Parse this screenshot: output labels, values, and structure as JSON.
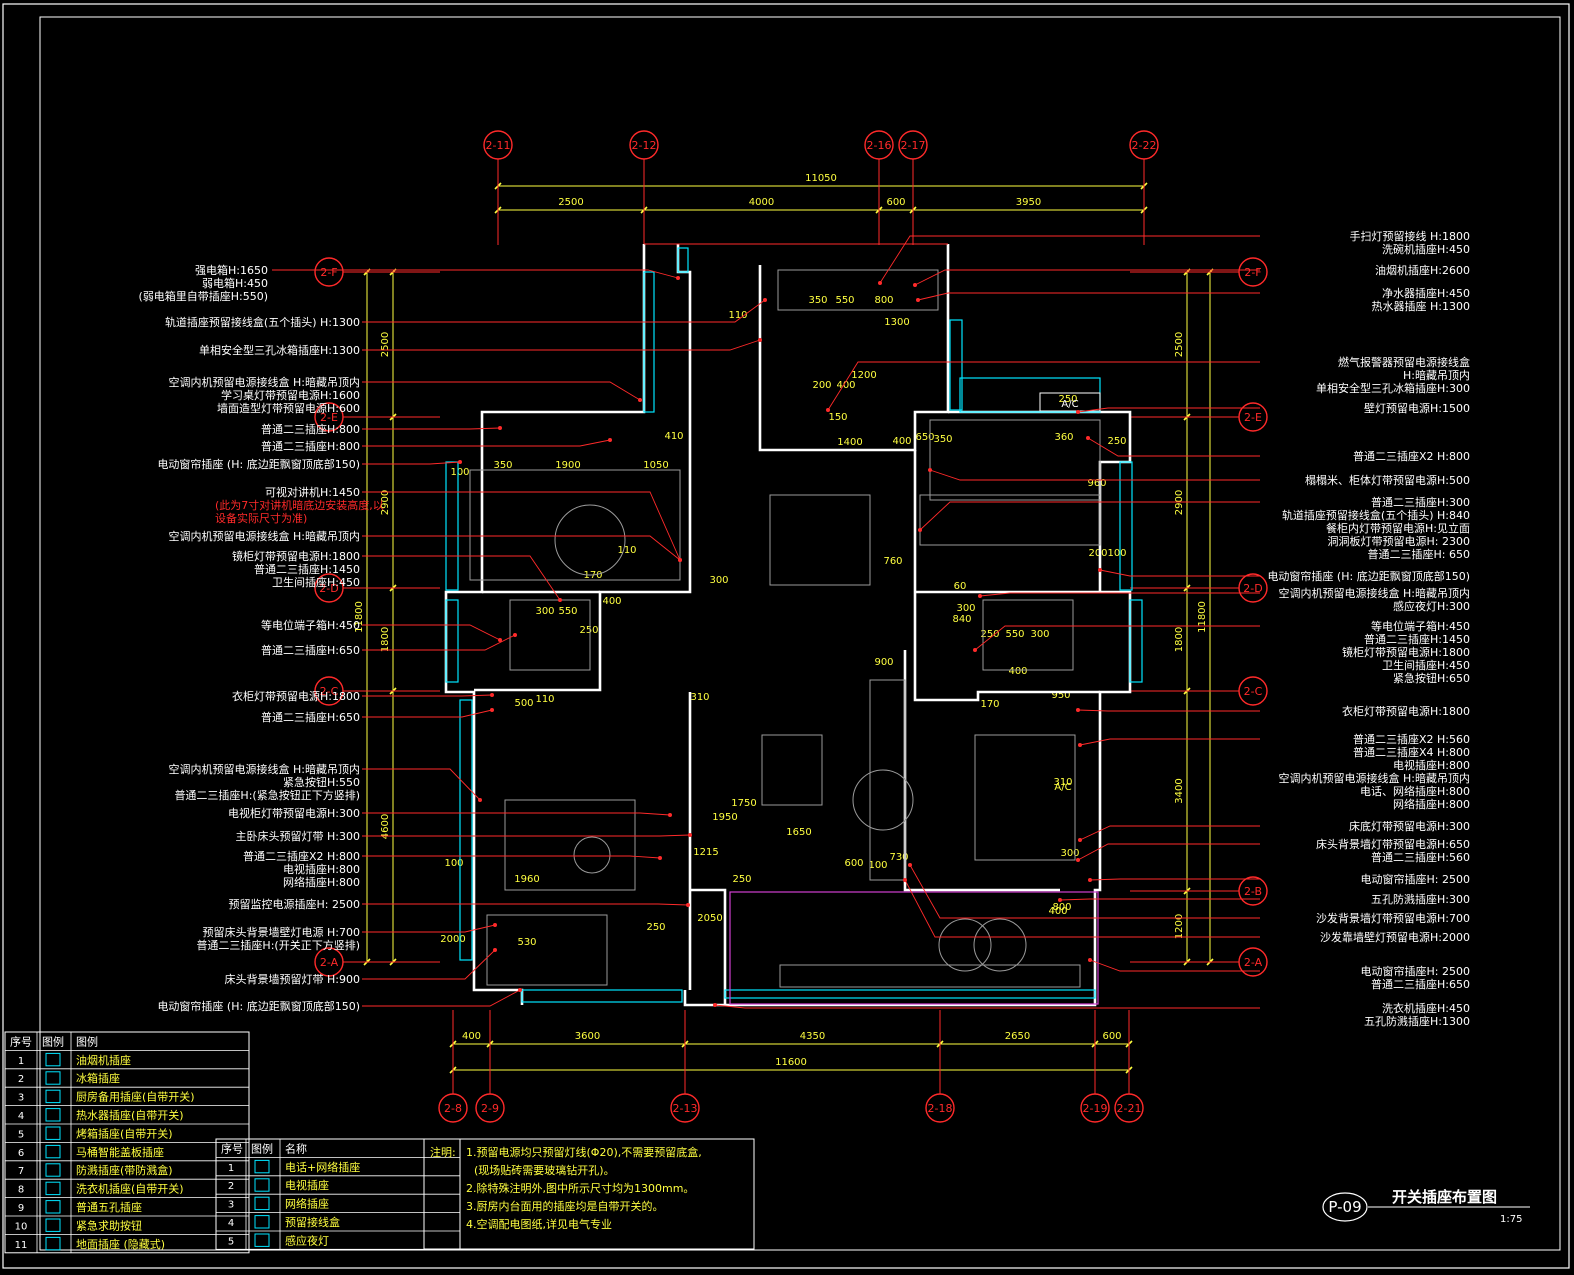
{
  "drawing": {
    "sheet_code": "P-09",
    "title": "开关插座布置图",
    "scale": "1:75",
    "colors": {
      "background": "#000000",
      "dim": "#ffff40",
      "leader": "#ff2a2a",
      "wall": "#ffffff",
      "window": "#00e5ff",
      "furniture": "#9a9a9a",
      "axis": "#ff2a2a",
      "accent": "#d040d0"
    }
  },
  "axes": {
    "top": [
      "2-11",
      "2-12",
      "2-16",
      "2-17",
      "2-22"
    ],
    "bottom": [
      "2-8",
      "2-9",
      "2-13",
      "2-18",
      "2-19",
      "2-21"
    ],
    "left": [
      "2-F",
      "2-E",
      "2-D",
      "2-C",
      "2-A"
    ],
    "right": [
      "2-F",
      "2-E",
      "2-D",
      "2-C",
      "2-B",
      "2-A"
    ]
  },
  "dimensions": {
    "top_total": "11050",
    "top_parts": [
      "2500",
      "4000",
      "600",
      "3950"
    ],
    "bottom_total": "11600",
    "bottom_parts": [
      "400",
      "3600",
      "4350",
      "2650",
      "600"
    ],
    "left_total": "11800",
    "left_parts": [
      "2500",
      "2900",
      "1800",
      "4600"
    ],
    "right_total": "11800",
    "right_parts": [
      "2500",
      "2900",
      "1800",
      "3400",
      "1200"
    ],
    "inner": [
      "350",
      "550",
      "800",
      "1300",
      "110",
      "200",
      "400",
      "1200",
      "150",
      "1400",
      "400",
      "650",
      "350",
      "360",
      "250",
      "410",
      "100",
      "350",
      "1900",
      "1050",
      "960",
      "200",
      "100",
      "760",
      "110",
      "170",
      "300",
      "60",
      "300",
      "550",
      "400",
      "250",
      "840",
      "250",
      "550",
      "300",
      "400",
      "950",
      "900",
      "300",
      "110",
      "170",
      "500",
      "310",
      "1750",
      "1950",
      "1215",
      "1650",
      "600",
      "100",
      "730",
      "300",
      "400",
      "250",
      "100",
      "1960",
      "2000",
      "530",
      "250",
      "2050",
      "800",
      "250",
      "A/C",
      "310"
    ]
  },
  "left_labels": [
    [
      "强电箱H:1650",
      "弱电箱H:450",
      "(弱电箱里自带插座H:550)"
    ],
    [
      "轨道插座预留接线盒(五个插头) H:1300"
    ],
    [
      "单相安全型三孔冰箱插座H:1300"
    ],
    [
      "空调内机预留电源接线盒 H:暗藏吊顶内",
      "学习桌灯带预留电源H:1600",
      "墙面造型灯带预留电源H:600"
    ],
    [
      "普通二三插座H:800"
    ],
    [
      "普通二三插座H:800"
    ],
    [
      "电动窗帘插座 (H: 底边距飘窗顶底部150)"
    ],
    [
      "可视对讲机H:1450"
    ],
    [
      "(此为7寸对讲机暗底边安装高度,以",
      "设备实际尺寸为准)"
    ],
    [
      "空调内机预留电源接线盒 H:暗藏吊顶内"
    ],
    [
      "镜柜灯带预留电源H:1800",
      "普通二三插座H:1450",
      "卫生间插座H:450"
    ],
    [
      "等电位端子箱H:450"
    ],
    [
      "普通二三插座H:650"
    ],
    [
      "衣柜灯带预留电源H:1800"
    ],
    [
      "普通二三插座H:650"
    ],
    [
      "空调内机预留电源接线盒 H:暗藏吊顶内",
      "紧急按钮H:550",
      "普通二三插座H:(紧急按钮正下方竖排)"
    ],
    [
      "电视柜灯带预留电源H:300"
    ],
    [
      "主卧床头预留灯带 H:300"
    ],
    [
      "普通二三插座X2 H:800",
      "电视插座H:800",
      "网络插座H:800"
    ],
    [
      "预留监控电源插座H: 2500"
    ],
    [
      "预留床头背景墙壁灯电源 H:700",
      "普通二三插座H:(开关正下方竖排)"
    ],
    [
      "床头背景墙预留灯带 H:900"
    ],
    [
      "电动窗帘插座 (H: 底边距飘窗顶底部150)"
    ]
  ],
  "right_labels": [
    [
      "手扫灯预留接线 H:1800",
      "洗碗机插座H:450"
    ],
    [
      "油烟机插座H:2600"
    ],
    [
      "净水器插座H:450",
      "热水器插座 H:1300"
    ],
    [
      "燃气报警器预留电源接线盒",
      "H:暗藏吊顶内",
      "单相安全型三孔冰箱插座H:300"
    ],
    [
      "壁灯预留电源H:1500"
    ],
    [
      "普通二三插座X2 H:800"
    ],
    [
      "榻榻米、柜体灯带预留电源H:500"
    ],
    [
      "普通二三插座H:300",
      "轨道插座预留接线盒(五个插头) H:840",
      "餐柜内灯带预留电源H:见立面",
      "洞洞板灯带预留电源H: 2300",
      "普通二三插座H: 650"
    ],
    [
      "电动窗帘插座 (H: 底边距飘窗顶底部150)"
    ],
    [
      "空调内机预留电源接线盒 H:暗藏吊顶内",
      "感应夜灯H:300"
    ],
    [
      "等电位端子箱H:450",
      "普通二三插座H:1450",
      "镜柜灯带预留电源H:1800",
      "卫生间插座H:450",
      "紧急按钮H:650"
    ],
    [
      "衣柜灯带预留电源H:1800"
    ],
    [
      "普通二三插座X2 H:560",
      "普通二三插座X4 H:800",
      "电视插座H:800",
      "空调内机预留电源接线盒 H:暗藏吊顶内",
      "电话、网络插座H:800",
      "网络插座H:800"
    ],
    [
      "床底灯带预留电源H:300"
    ],
    [
      "床头背景墙灯带预留电源H:650",
      "普通二三插座H:560"
    ],
    [
      "电动窗帘插座H: 2500"
    ],
    [
      "五孔防溅插座H:300"
    ],
    [
      "沙发背景墙灯带预留电源H:700"
    ],
    [
      "沙发靠墙壁灯预留电源H:2000"
    ],
    [
      "电动窗帘插座H: 2500",
      "普通二三插座H:650"
    ],
    [
      "洗衣机插座H:450",
      "五孔防溅插座H:1300"
    ]
  ],
  "legend_left": {
    "headers": [
      "序号",
      "图例",
      "图例"
    ],
    "rows": [
      [
        "1",
        "油烟机插座"
      ],
      [
        "2",
        "冰箱插座"
      ],
      [
        "3",
        "厨房备用插座(自带开关)"
      ],
      [
        "4",
        "热水器插座(自带开关)"
      ],
      [
        "5",
        "烤箱插座(自带开关)"
      ],
      [
        "6",
        "马桶智能盖板插座"
      ],
      [
        "7",
        "防溅插座(带防溅盒)"
      ],
      [
        "8",
        "洗衣机插座(自带开关)"
      ],
      [
        "9",
        "普通五孔插座"
      ],
      [
        "10",
        "紧急求助按钮"
      ],
      [
        "11",
        "地面插座 (隐藏式)"
      ]
    ]
  },
  "legend_right": {
    "headers": [
      "序号",
      "图例",
      "名称"
    ],
    "rows": [
      [
        "1",
        "电话+网络插座"
      ],
      [
        "2",
        "电视插座"
      ],
      [
        "3",
        "网络插座"
      ],
      [
        "4",
        "预留接线盒"
      ],
      [
        "5",
        "感应夜灯"
      ]
    ]
  },
  "notes": {
    "label": "注明:",
    "lines": [
      "1.预留电源均只预留灯线(Φ20),不需要预留底盒,",
      "(现场贴砖需要玻璃钻开孔)。",
      "2.除特殊注明外,图中所示尺寸均为1300mm。",
      "3.厨房内台面用的插座均是自带开关的。",
      "4.空调配电图纸,详见电气专业"
    ]
  }
}
